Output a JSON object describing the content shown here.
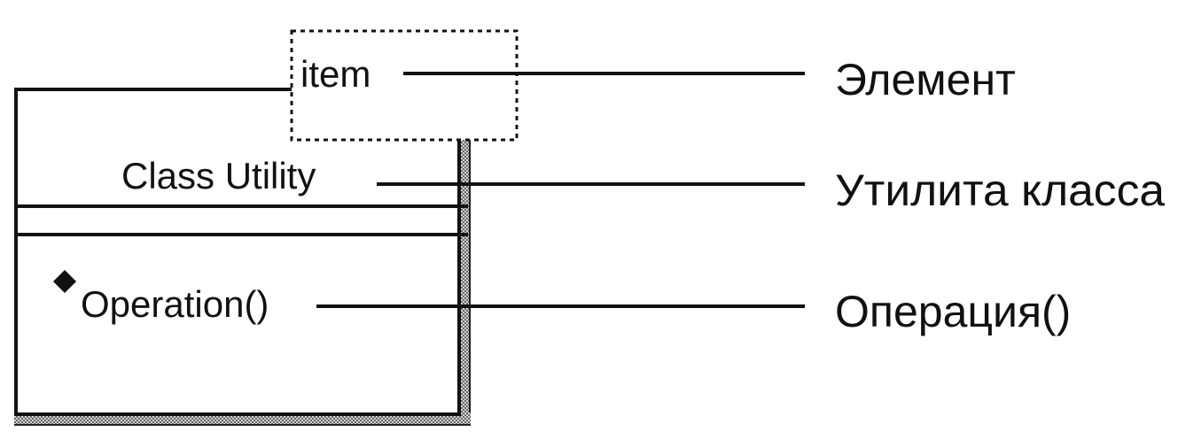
{
  "uml_class": {
    "template_parameter": "item",
    "name": "Class Utility",
    "operation": "Operation()"
  },
  "annotations": [
    {
      "label": "Элемент"
    },
    {
      "label": "Утилита класса"
    },
    {
      "label": "Операция()"
    }
  ],
  "colors": {
    "ink": "#111111",
    "shadow": "#9a9a9a",
    "background": "#ffffff"
  },
  "icons": {
    "operation_marker": "diamond-icon"
  }
}
